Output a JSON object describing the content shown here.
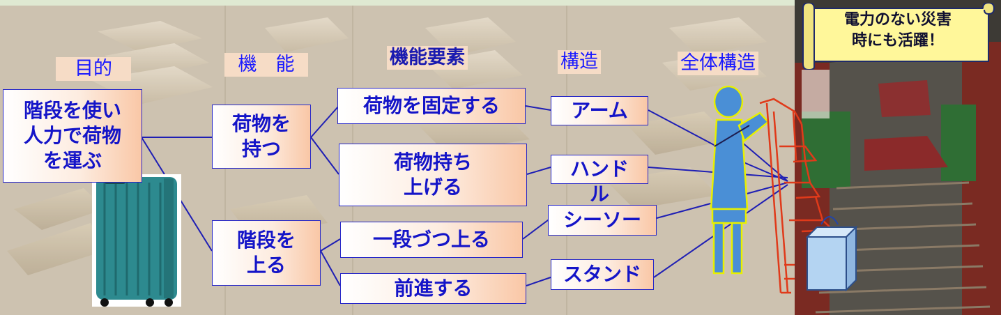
{
  "headers": {
    "purpose": "目的",
    "function": "機　能",
    "element": "機能要素",
    "structure": "構造",
    "overall": "全体構造"
  },
  "purpose_box": [
    "階段を使い",
    "人力で荷物",
    "を運ぶ"
  ],
  "function_boxes": {
    "hold": [
      "荷物を",
      "持つ"
    ],
    "climb": [
      "階段を",
      "上る"
    ]
  },
  "element_boxes": {
    "fix": "荷物を固定する",
    "lift": [
      "荷物持ち",
      "上げる"
    ],
    "step": "一段づつ上る",
    "forward": "前進する"
  },
  "structure_boxes": {
    "arm": "アーム",
    "handle": "ハンド",
    "handle_overflow": "ル",
    "seesaw": "シーソー",
    "stand": "スタンド"
  },
  "callout": [
    "電力のない災害",
    "時にも活躍！"
  ],
  "colors": {
    "box_text": "#1414c8",
    "box_border": "#2626c8",
    "connector": "#1e1eb4",
    "figure_fill": "#4a8fd6",
    "figure_outline": "#e8f000",
    "ladder": "#e03a1a",
    "callout_fill": "#fff79a"
  },
  "icons": [
    "suitcase-icon",
    "person-figure-icon",
    "ladder-carrier-icon",
    "box-icon",
    "stairs-photo"
  ]
}
